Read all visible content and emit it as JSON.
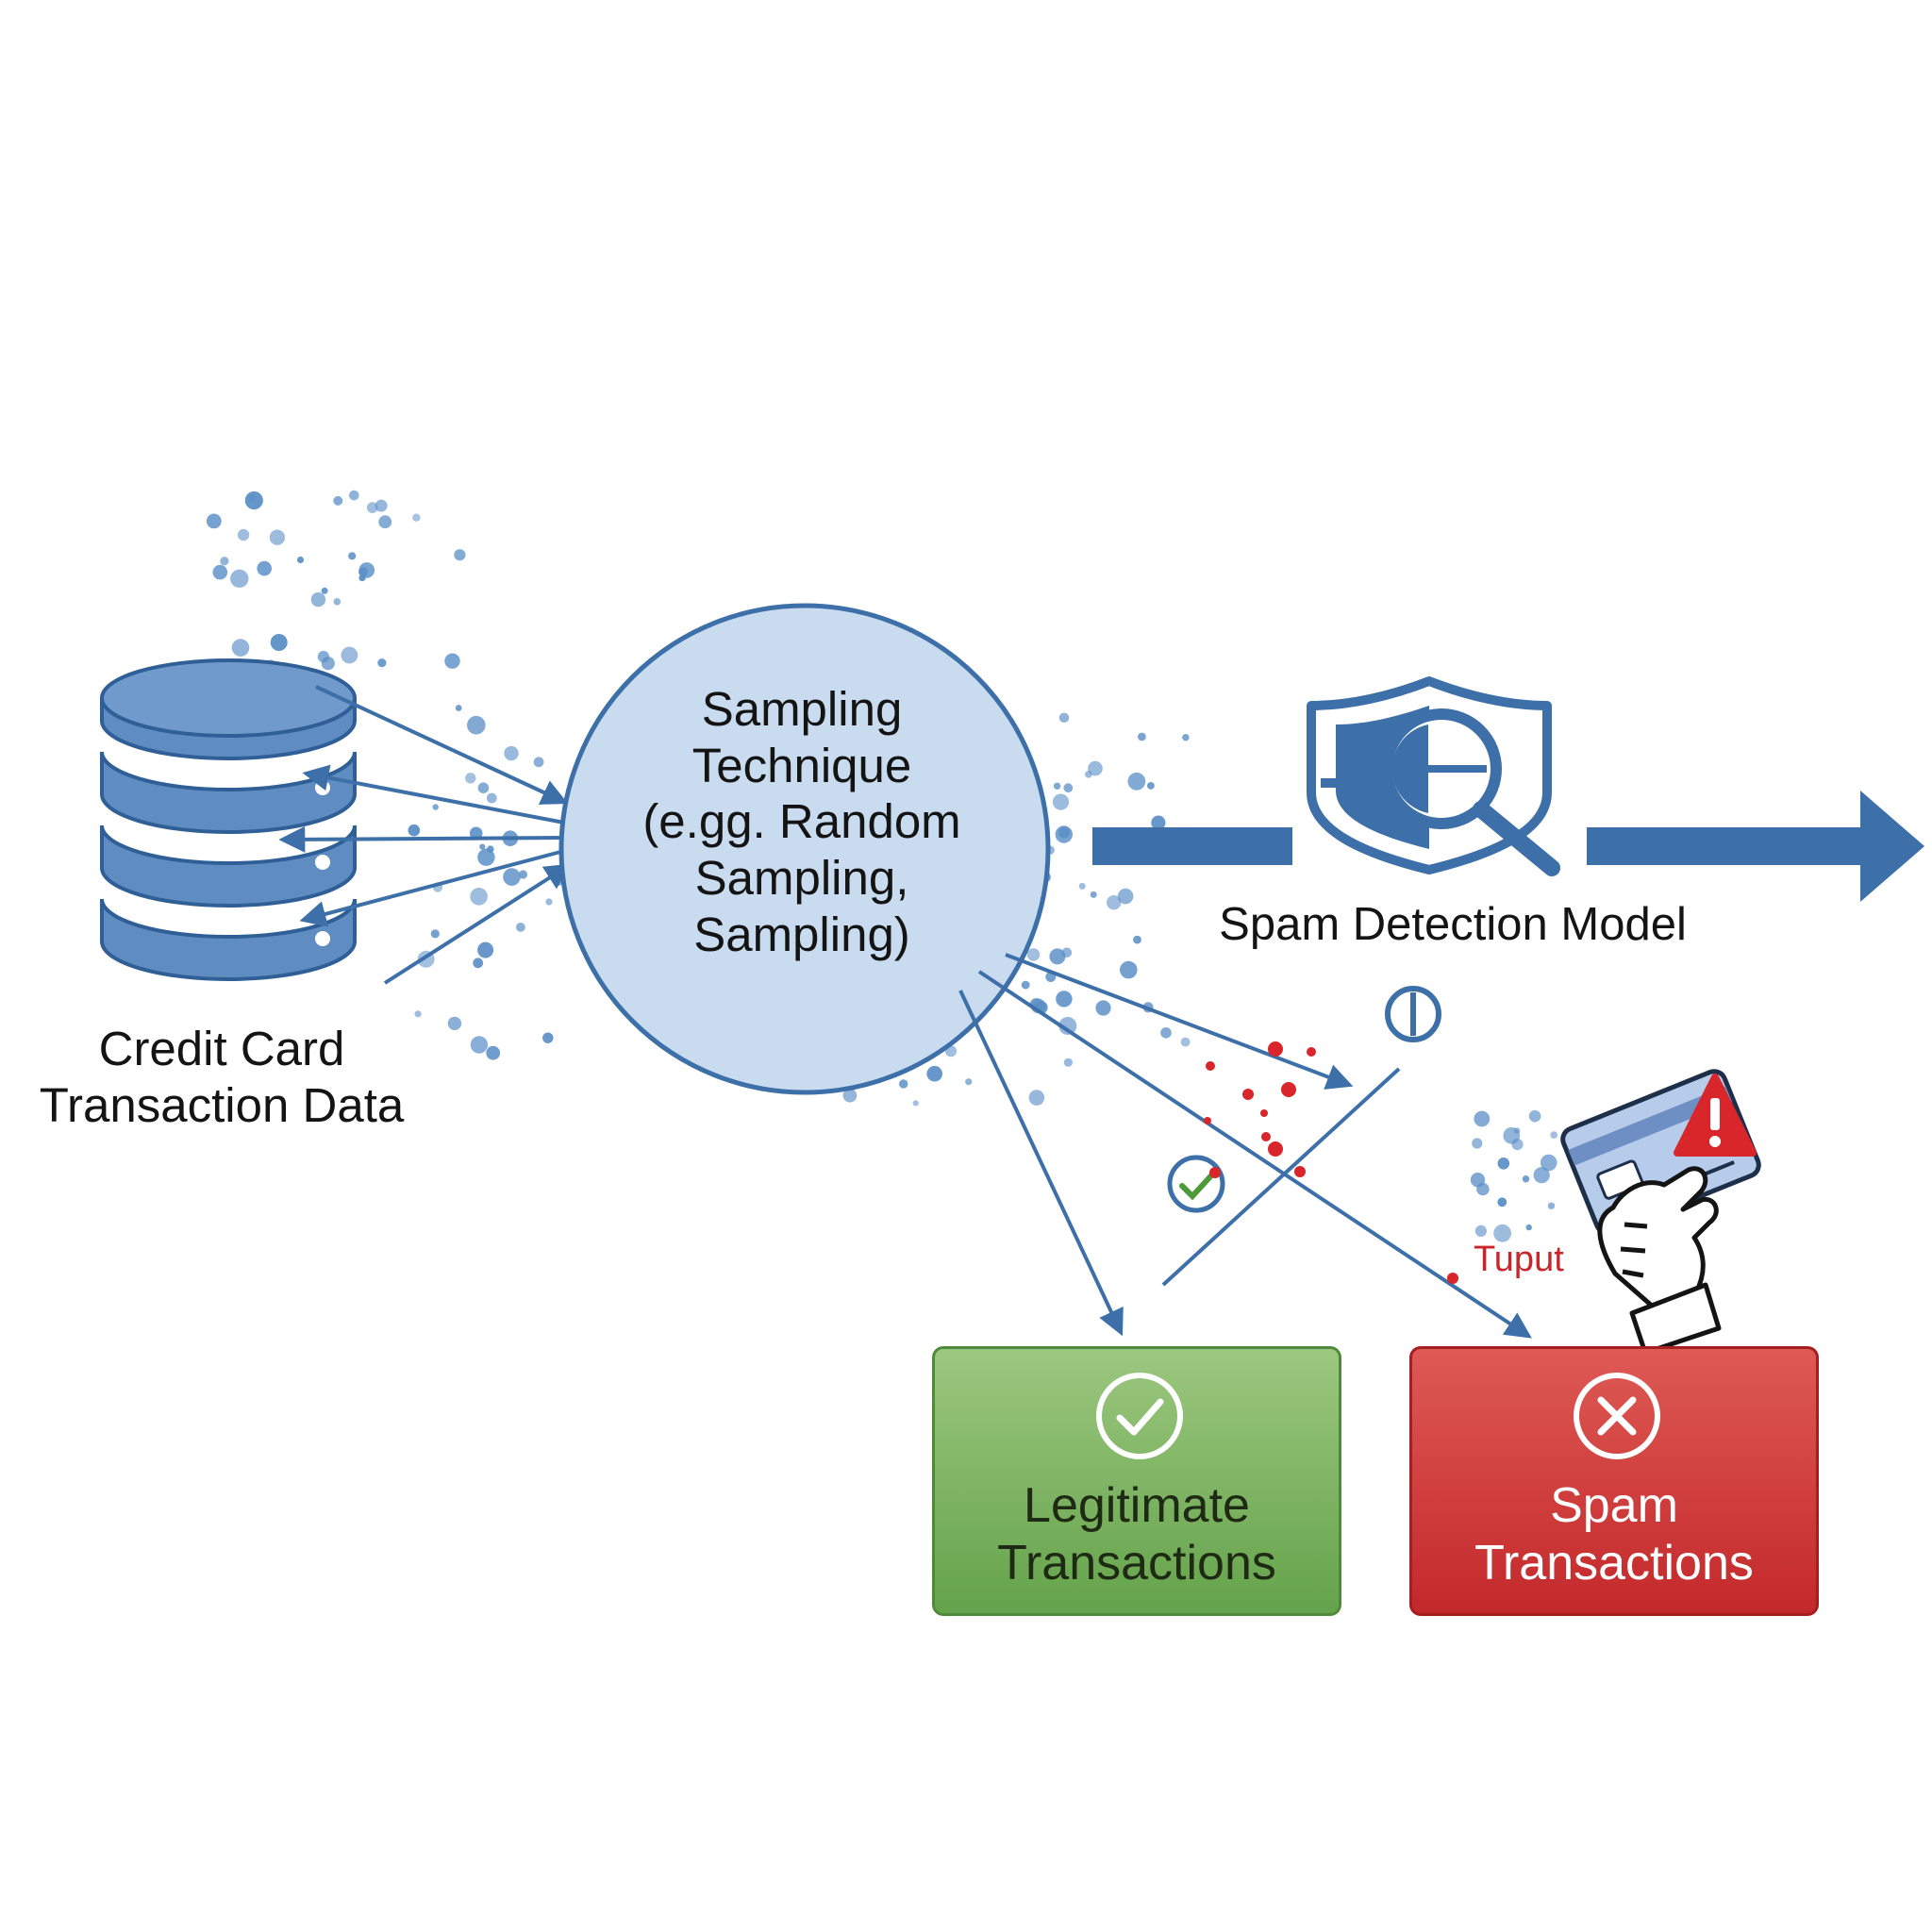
{
  "diagram": {
    "database": {
      "label": "Credit Card\nTransaction Data"
    },
    "sampling": {
      "label": "Sampling\nTechnique\n(e.gg. Random\nSampling,\nSampling)"
    },
    "model": {
      "label": "Spam Detection Model"
    },
    "annotation": {
      "label": "Tuput"
    },
    "outputs": [
      {
        "label": "Legitimate\nTransactions",
        "status": "legitimate",
        "icon": "check-circle-icon"
      },
      {
        "label": "Spam\nTransactions",
        "status": "spam",
        "icon": "x-circle-icon"
      }
    ],
    "icons": [
      "database-icon",
      "shield-icon",
      "magnifier-icon",
      "credit-card-icon",
      "hand-icon",
      "warning-icon",
      "check-circle-icon",
      "x-circle-icon"
    ]
  },
  "colors": {
    "primary_blue": "#3d6fa8",
    "db_fill": "#5f8dc2",
    "circle_fill": "#c9dbef",
    "legit_green": "#64a34b",
    "spam_red": "#c3282a",
    "warning_red": "#d8262a"
  }
}
